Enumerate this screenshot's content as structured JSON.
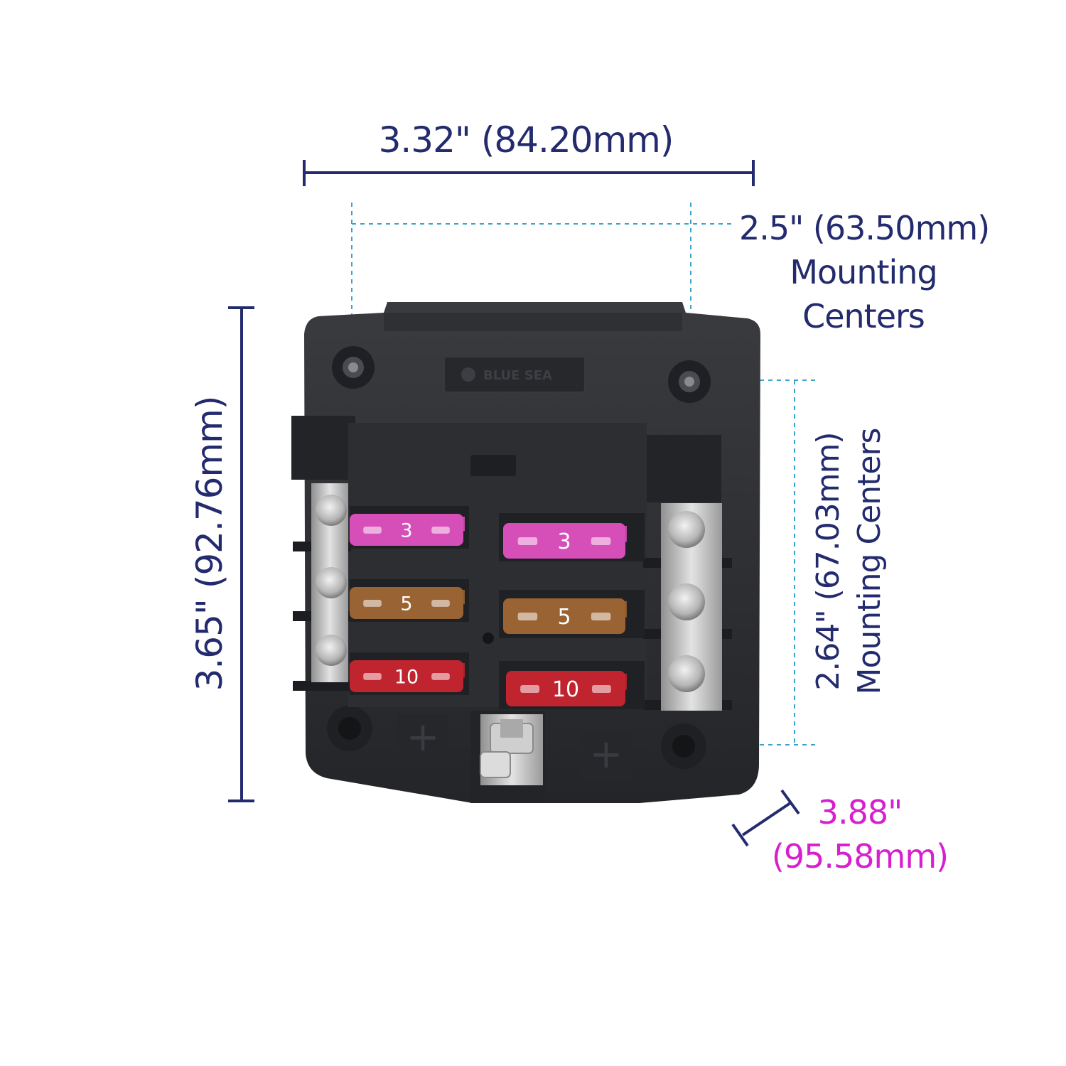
{
  "dimensions": {
    "overall_width": "3.32\" (84.20mm)",
    "mounting_width": {
      "value": "2.5\" (63.50mm)",
      "line2": "Mounting",
      "line3": "Centers"
    },
    "overall_height": "3.65\" (92.76mm)",
    "mounting_height": {
      "value": "2.64\" (67.03mm)",
      "line2": "Mounting Centers"
    },
    "depth": {
      "value": "3.88\"",
      "metric": "(95.58mm)"
    }
  },
  "product": {
    "brand": "BLUE SEA",
    "fuses": [
      {
        "rating": "3",
        "color": "#d64fb9",
        "position": 1
      },
      {
        "rating": "3",
        "color": "#d64fb9",
        "position": 2
      },
      {
        "rating": "5",
        "color": "#9a6333",
        "position": 3
      },
      {
        "rating": "5",
        "color": "#9a6333",
        "position": 4
      },
      {
        "rating": "10",
        "color": "#c0242f",
        "position": 5
      },
      {
        "rating": "10",
        "color": "#c0242f",
        "position": 6
      }
    ],
    "terminal_symbol": "+"
  },
  "colors": {
    "dimension_text": "#232b6e",
    "depth_text": "#d81fcf",
    "guide_lines": "#3aa3c9",
    "housing": "#2b2c2f"
  }
}
